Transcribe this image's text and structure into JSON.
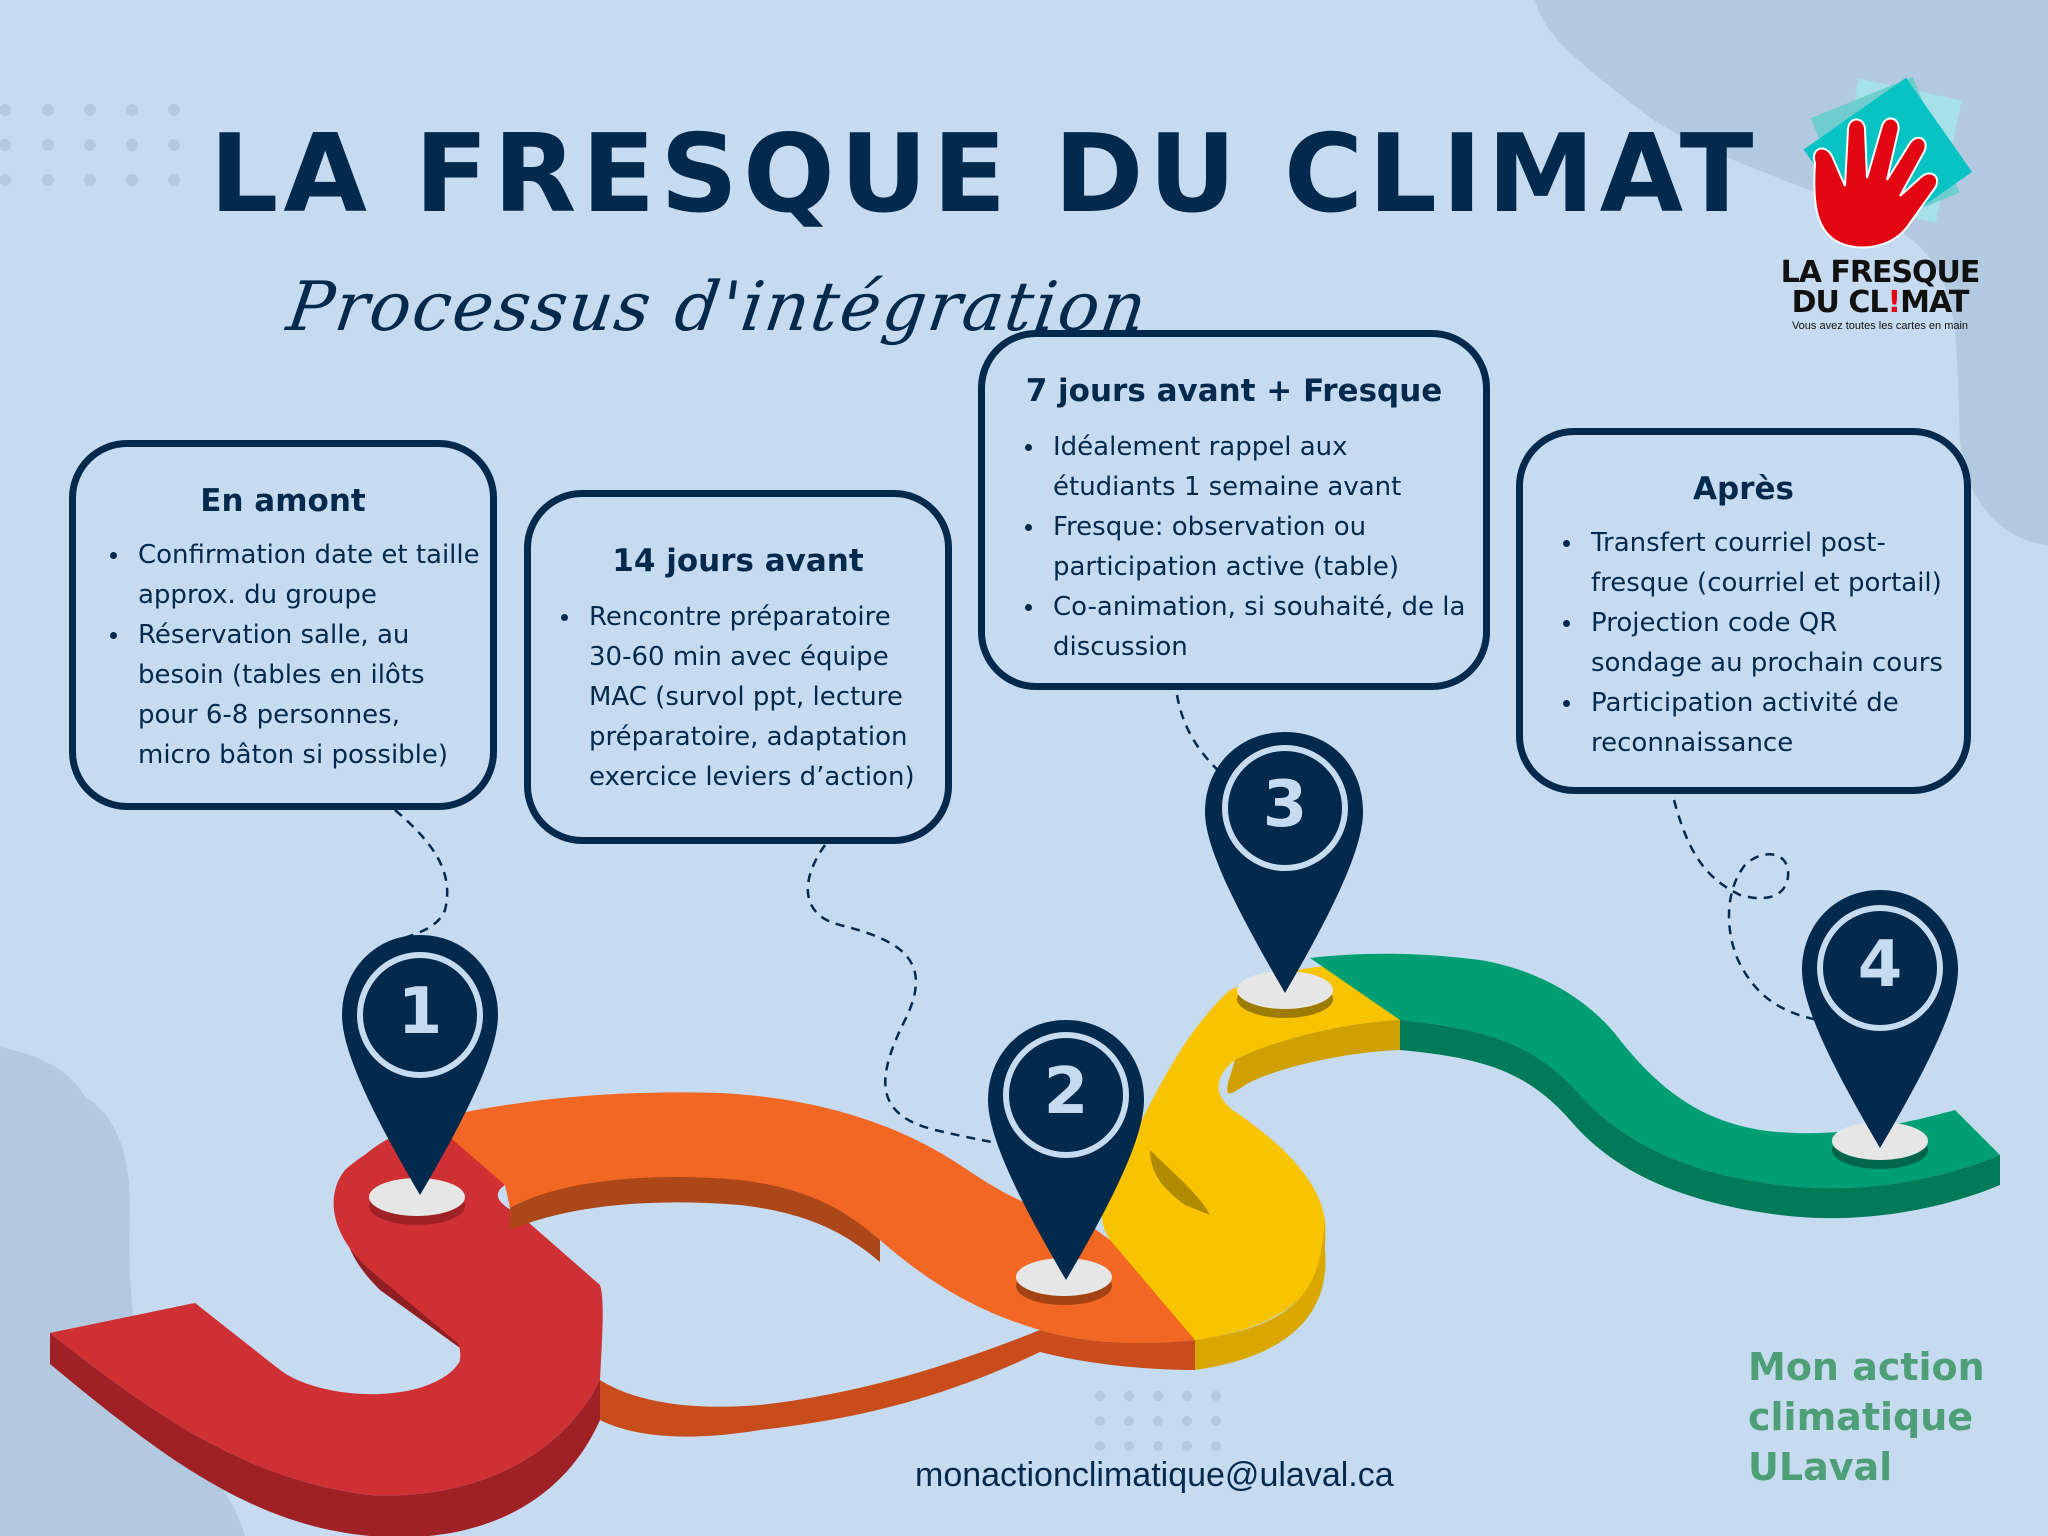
{
  "header": {
    "title": "LA FRESQUE DU CLIMAT",
    "subtitle": "Processus d'intégration"
  },
  "logo": {
    "line1": "LA FRESQUE",
    "line2_a": "DU CL",
    "line2_bang": "!",
    "line2_b": "MAT",
    "tagline": "Vous avez toutes les cartes en main",
    "icon": "red-hand-on-cards-icon"
  },
  "steps": [
    {
      "number": "1",
      "title": "En amont",
      "items": [
        "Confirmation date et taille approx. du groupe",
        "Réservation salle, au besoin (tables en ilôts pour 6-8 personnes, micro bâton si possible)"
      ],
      "path_color": "#cf3033"
    },
    {
      "number": "2",
      "title": "14 jours avant",
      "items": [
        "Rencontre préparatoire 30-60 min avec équipe MAC (survol ppt, lecture préparatoire, adaptation exercice leviers d’action)"
      ],
      "path_color": "#f26724"
    },
    {
      "number": "3",
      "title": "7 jours avant + Fresque",
      "items": [
        "Idéalement rappel aux étudiants 1 semaine avant",
        "Fresque: observation ou participation active (table)",
        "Co-animation, si souhaité, de la discussion"
      ],
      "path_color": "#f8c300"
    },
    {
      "number": "4",
      "title": "Après",
      "items": [
        "Transfert courriel post-fresque (courriel et portail)",
        "Projection code QR sondage  au prochain cours",
        "Participation activité de reconnaissance"
      ],
      "path_color": "#009f73"
    }
  ],
  "footer": {
    "email": "monactionclimatique@ulaval.ca",
    "brand_line1": "Mon action",
    "brand_line2": "climatique",
    "brand_line3": "ULaval"
  },
  "colors": {
    "background": "#c6dbf0",
    "background_blob": "#b2c9e0",
    "navy": "#032a4d",
    "brand_green": "#4e9f77",
    "red": "#cf3033",
    "orange": "#f26724",
    "yellow": "#f8c300",
    "green": "#009f73"
  }
}
